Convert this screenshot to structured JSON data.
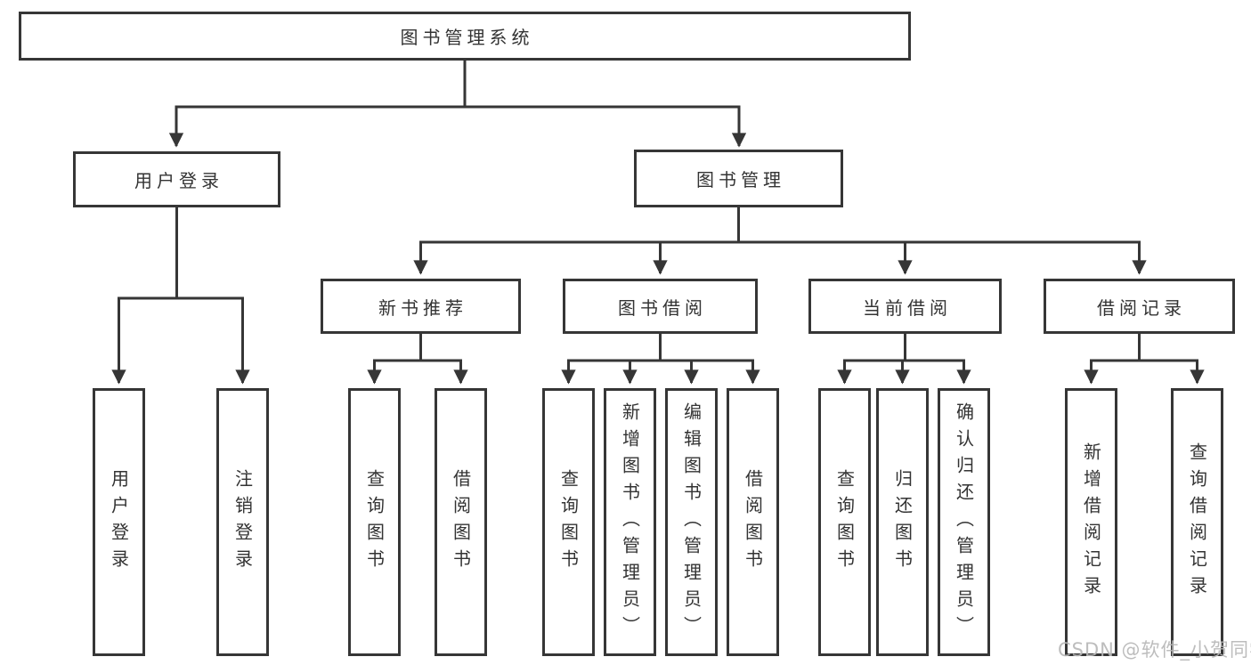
{
  "tree": {
    "root": "图书管理系统",
    "branches": [
      {
        "label": "用户登录",
        "children": [
          "用户登录",
          "注销登录"
        ]
      },
      {
        "label": "图书管理",
        "children": [
          {
            "label": "新书推荐",
            "children": [
              "查询图书",
              "借阅图书"
            ]
          },
          {
            "label": "图书借阅",
            "children": [
              "查询图书",
              "新增图书（管理员）",
              "编辑图书（管理员）",
              "借阅图书"
            ]
          },
          {
            "label": "当前借阅",
            "children": [
              "查询图书",
              "归还图书",
              "确认归还（管理员）"
            ]
          },
          {
            "label": "借阅记录",
            "children": [
              "新增借阅记录",
              "查询借阅记录"
            ]
          }
        ]
      }
    ]
  },
  "watermark": {
    "text": "CSDN @软件_小贺同学"
  },
  "colors": {
    "line": "#363636",
    "box_border": "#363636",
    "text": "#333333",
    "background": "#ffffff",
    "watermark": "#b7b7b7"
  }
}
